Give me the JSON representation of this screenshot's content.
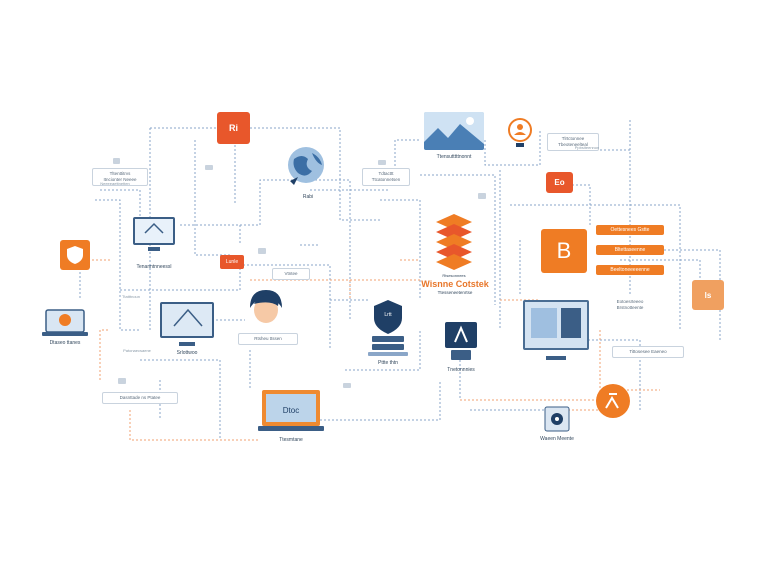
{
  "diagram": {
    "nodes": {
      "badge_top": "Ri",
      "globe_label": "Rabi",
      "tl_box": [
        "Tltenttitrvs",
        "Itncionter Neeee"
      ],
      "ctr_box": [
        "Tdtacttt",
        "Ttcatonnetsen"
      ],
      "pict_label": "Ttensutttttnonnt",
      "tr_box": [
        "Tlrtctonnee",
        "Tbeoteneelteal"
      ],
      "badge_mid": "Eo",
      "monitor_left_label": "Tenanntnneessl",
      "tag_label": "Lunle",
      "chip_box": "Vtntee",
      "left_bot_label": "Dtaseo ttanes",
      "left_bot2": "Dasnttade ns Ptatee",
      "mon2_label": "Srlottwoo",
      "person_box": "Rtsheu ttssen",
      "stack_title": "Wisnne Cotstek",
      "stack_sub": "Ttesseneetenrtse",
      "stack_top": "Rtsesonnees",
      "tag_right": "Lrtt",
      "server_label": "Pttte thtn",
      "pc_label": "Tnetonnnies",
      "big_b": "B",
      "pills": [
        "Oettesnees Gstte",
        "Bltettaseenne",
        "Beeltoneeeeenne"
      ],
      "list_right": [
        "Eotoesrteeeo",
        "Brstnotteente"
      ],
      "badge_right": "ls",
      "right_box": "Tittosesee Eaeneo",
      "laptop_label": "Ttesmtane",
      "laptop_screen": "Dtoc",
      "gear_label": "Waeen Meente",
      "small_notes": [
        "Neeeeaettnetten",
        "Ttatttnoun",
        "Patonaecsaene",
        "Ppbsiteennon"
      ]
    }
  },
  "colors": {
    "orange": "#e8572b",
    "amber": "#ef7c24",
    "navy": "#1f3f66",
    "blue": "#3b5e86",
    "lineBlue": "#8aa6c8",
    "lineOrange": "#f0a070"
  }
}
